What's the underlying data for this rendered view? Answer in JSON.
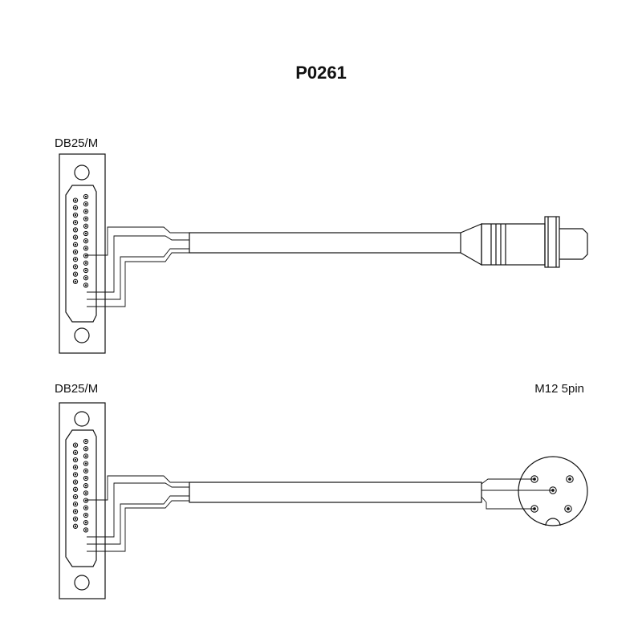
{
  "title": "P0261",
  "top_assembly": {
    "left_connector_label": "DB25/M"
  },
  "bottom_assembly": {
    "left_connector_label": "DB25/M",
    "right_connector_label": "M12 5pin"
  },
  "colors": {
    "line": "#111111",
    "background": "#ffffff"
  }
}
